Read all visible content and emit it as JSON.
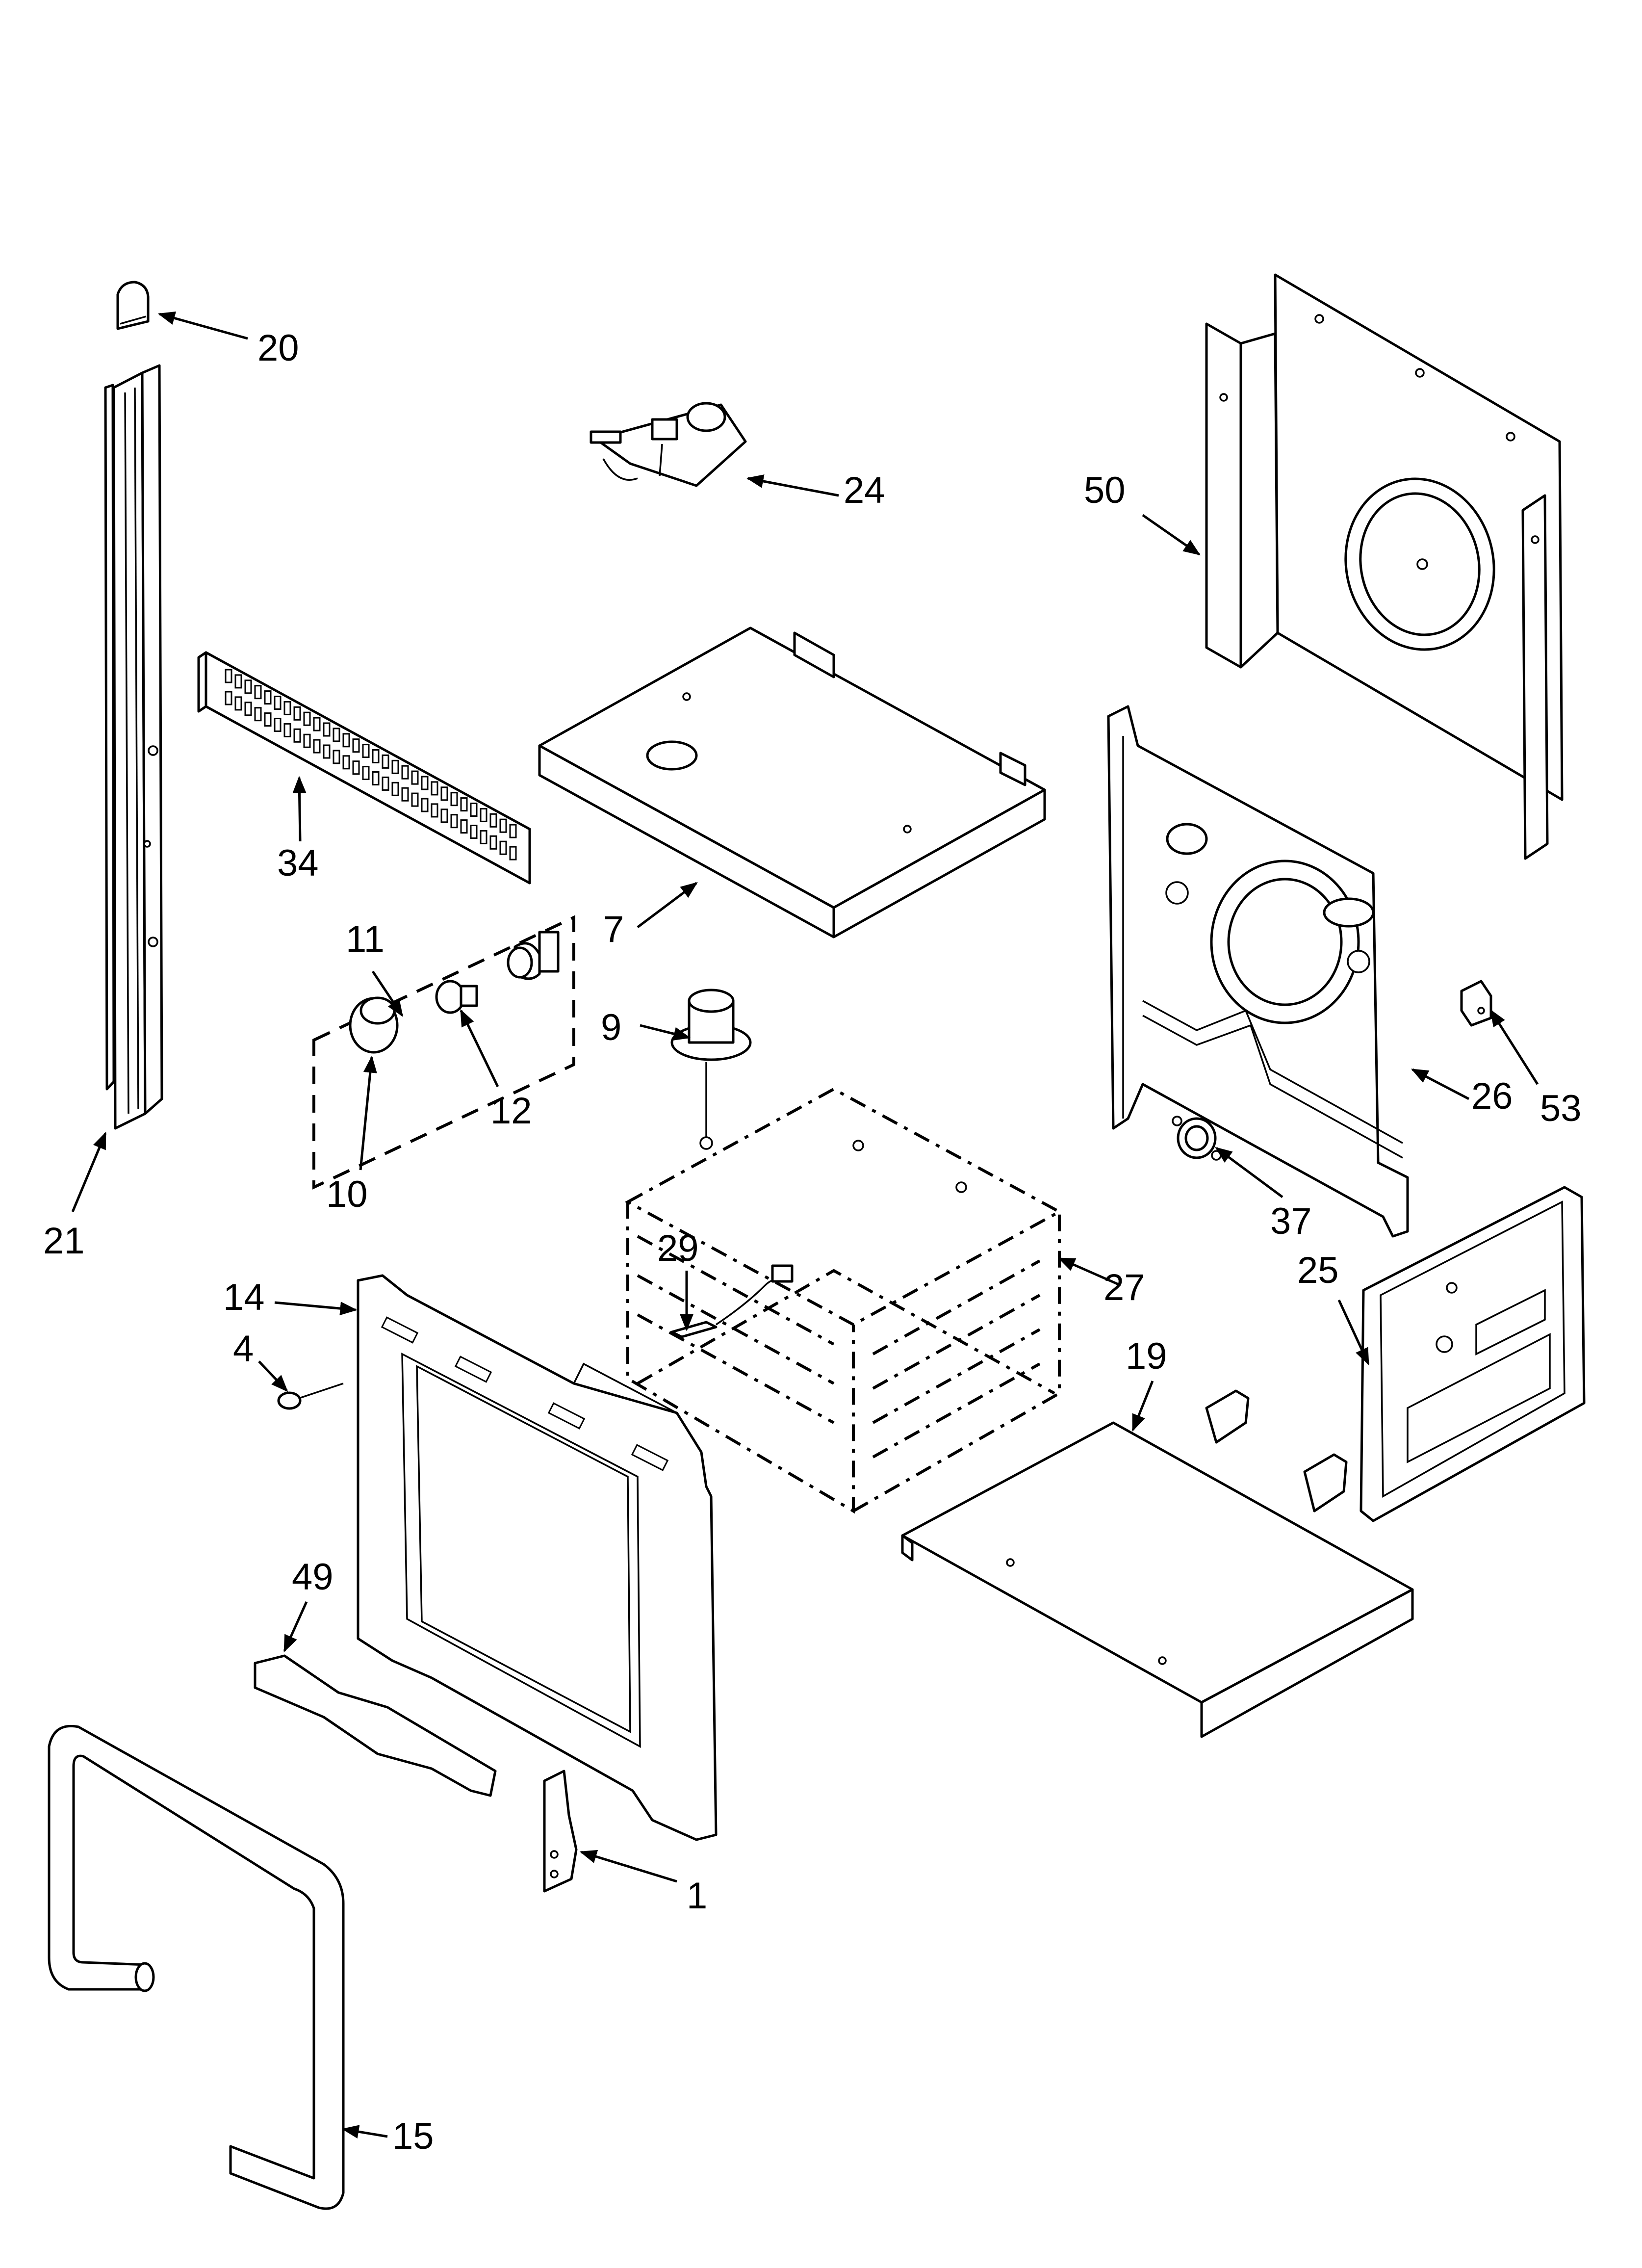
{
  "diagram": {
    "type": "exploded parts view",
    "callouts": [
      {
        "id": "c20",
        "number": "20"
      },
      {
        "id": "c24",
        "number": "24"
      },
      {
        "id": "c50",
        "number": "50"
      },
      {
        "id": "c34",
        "number": "34"
      },
      {
        "id": "c7",
        "number": "7"
      },
      {
        "id": "c11",
        "number": "11"
      },
      {
        "id": "c9",
        "number": "9"
      },
      {
        "id": "c12",
        "number": "12"
      },
      {
        "id": "c10",
        "number": "10"
      },
      {
        "id": "c21",
        "number": "21"
      },
      {
        "id": "c26",
        "number": "26"
      },
      {
        "id": "c53",
        "number": "53"
      },
      {
        "id": "c37",
        "number": "37"
      },
      {
        "id": "c29",
        "number": "29"
      },
      {
        "id": "c27",
        "number": "27"
      },
      {
        "id": "c25",
        "number": "25"
      },
      {
        "id": "c14",
        "number": "14"
      },
      {
        "id": "c4",
        "number": "4"
      },
      {
        "id": "c19",
        "number": "19"
      },
      {
        "id": "c49",
        "number": "49"
      },
      {
        "id": "c1",
        "number": "1"
      },
      {
        "id": "c15",
        "number": "15"
      }
    ]
  }
}
